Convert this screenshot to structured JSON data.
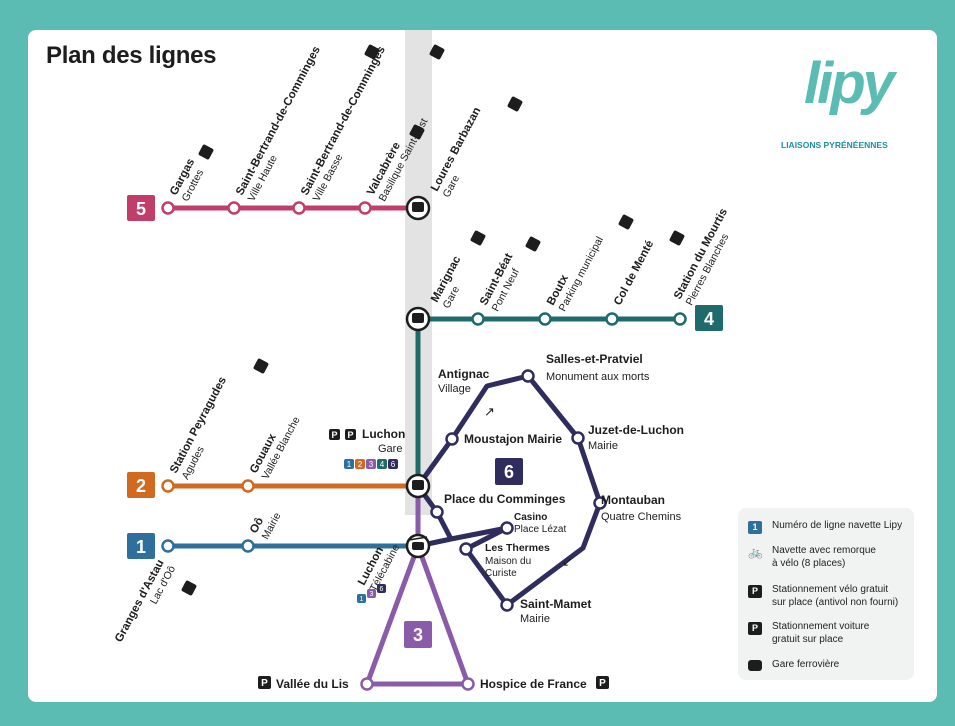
{
  "title": "Plan des lignes",
  "brand": {
    "logo": "lipy",
    "tagline": "LIAISONS PYRÉNÉENNES"
  },
  "colors": {
    "line1": "#2f6f9c",
    "line2": "#d06a21",
    "line3": "#8a5ba8",
    "line4": "#1f6b6b",
    "line5": "#c13e6b",
    "line6": "#2e2d5e",
    "background": "#5bbcb3",
    "rail_band": "#e3e3e3"
  },
  "lines": [
    {
      "number": "1",
      "color": "#2f6f9c"
    },
    {
      "number": "2",
      "color": "#d06a21"
    },
    {
      "number": "3",
      "color": "#8a5ba8"
    },
    {
      "number": "4",
      "color": "#1f6b6b"
    },
    {
      "number": "5",
      "color": "#c13e6b"
    },
    {
      "number": "6",
      "color": "#2e2d5e"
    }
  ],
  "stations": {
    "gargas": {
      "name": "Gargas",
      "sub": "Grottes",
      "icons": [
        "parking-bike-icon"
      ]
    },
    "sbc_haute": {
      "name": "Saint-Bertrand-de-Comminges",
      "sub": "Ville Haute",
      "icons": [
        "parking-bike-icon"
      ]
    },
    "sbc_basse": {
      "name": "Saint-Bertrand-de-Comminges",
      "sub": "Ville Basse",
      "icons": [
        "parking-bike-icon"
      ]
    },
    "valcabrere": {
      "name": "Valcabrère",
      "sub": "Basilique Saint-Just",
      "icons": [
        "parking-car-icon"
      ]
    },
    "loures": {
      "name": "Loures Barbazan",
      "sub": "Gare",
      "icons": [
        "parking-car-icon",
        "parking-bike-icon"
      ]
    },
    "marignac": {
      "name": "Marignac",
      "sub": "Gare",
      "icons": [
        "parking-car-icon",
        "parking-bike-icon"
      ]
    },
    "saint_beat": {
      "name": "Saint-Béat",
      "sub": "Pont Neuf",
      "icons": [
        "parking-car-icon"
      ]
    },
    "boutx": {
      "name": "Boutx",
      "sub": "Parking municipal",
      "icons": [
        "parking-car-icon"
      ]
    },
    "col_mente": {
      "name": "Col de Menté",
      "sub": "",
      "icons": [
        "parking-car-icon"
      ]
    },
    "mourtis": {
      "name": "Station du Mourtis",
      "sub": "Pierres Blanches",
      "icons": [
        "bike-trailer-icon"
      ]
    },
    "peyragudes": {
      "name": "Station Peyragudes",
      "sub": "Agudes",
      "icons": [
        "parking-car-icon",
        "bike-trailer-icon"
      ]
    },
    "gouaux": {
      "name": "Gouaux",
      "sub": "Vallée Blanche"
    },
    "oo": {
      "name": "Oô",
      "sub": "Mairie"
    },
    "granges": {
      "name": "Granges d'Astau",
      "sub": "Lac d'Oô",
      "icons": [
        "parking-car-icon"
      ]
    },
    "luchon_gare": {
      "name": "Luchon",
      "sub": "Gare",
      "lines": [
        "1",
        "2",
        "3",
        "4",
        "6"
      ]
    },
    "luchon_tele": {
      "name": "Luchon",
      "sub": "Télécabine",
      "lines": [
        "1",
        "3",
        "6"
      ]
    },
    "vallee_lis": {
      "name": "Vallée du Lis",
      "icons": [
        "parking-car-icon"
      ]
    },
    "hospice": {
      "name": "Hospice de France",
      "icons": [
        "parking-car-icon"
      ]
    },
    "antignac": {
      "name": "Antignac",
      "sub": "Village"
    },
    "salles": {
      "name": "Salles-et-Pratviel",
      "sub": "Monument aux morts"
    },
    "moustajon": {
      "name": "Moustajon Mairie"
    },
    "juzet": {
      "name": "Juzet-de-Luchon",
      "sub": "Mairie"
    },
    "comminges": {
      "name": "Place du Comminges"
    },
    "casino": {
      "name": "Casino",
      "sub": "Place Lézat"
    },
    "montauban": {
      "name": "Montauban",
      "sub": "Quatre Chemins"
    },
    "thermes": {
      "name": "Les Thermes",
      "sub1": "Maison du",
      "sub2": "Curiste"
    },
    "mamet": {
      "name": "Saint-Mamet",
      "sub": "Mairie"
    }
  },
  "legend": {
    "line_number": "Numéro de ligne navette Lipy",
    "bike_trailer_1": "Navette avec remorque",
    "bike_trailer_2": "à vélo (8 places)",
    "bike_parking_1": "Stationnement vélo gratuit",
    "bike_parking_2": "sur place (antivol non fourni)",
    "car_parking_1": "Stationnement voiture",
    "car_parking_2": "gratuit sur place",
    "train": "Gare ferrovière"
  }
}
